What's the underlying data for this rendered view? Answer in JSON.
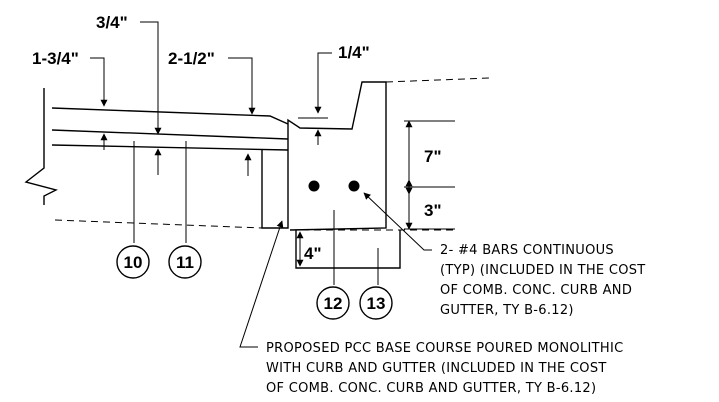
{
  "dimensions": {
    "d1": "1-3/4\"",
    "d2": "3/4\"",
    "d3": "2-1/2\"",
    "d4": "1/4\"",
    "d5": "7\"",
    "d6": "3\"",
    "d7": "4\""
  },
  "callouts": [
    "10",
    "11",
    "12",
    "13"
  ],
  "notes": {
    "bars": [
      "2- #4 BARS CONTINUOUS",
      "(TYP) (INCLUDED IN THE COST",
      "OF COMB. CONC. CURB AND",
      "GUTTER, TY B-6.12)"
    ],
    "base": [
      "PROPOSED PCC BASE COURSE POURED MONOLITHIC",
      "WITH CURB AND GUTTER (INCLUDED IN THE COST",
      "OF COMB. CONC. CURB AND GUTTER, TY B-6.12)"
    ]
  }
}
